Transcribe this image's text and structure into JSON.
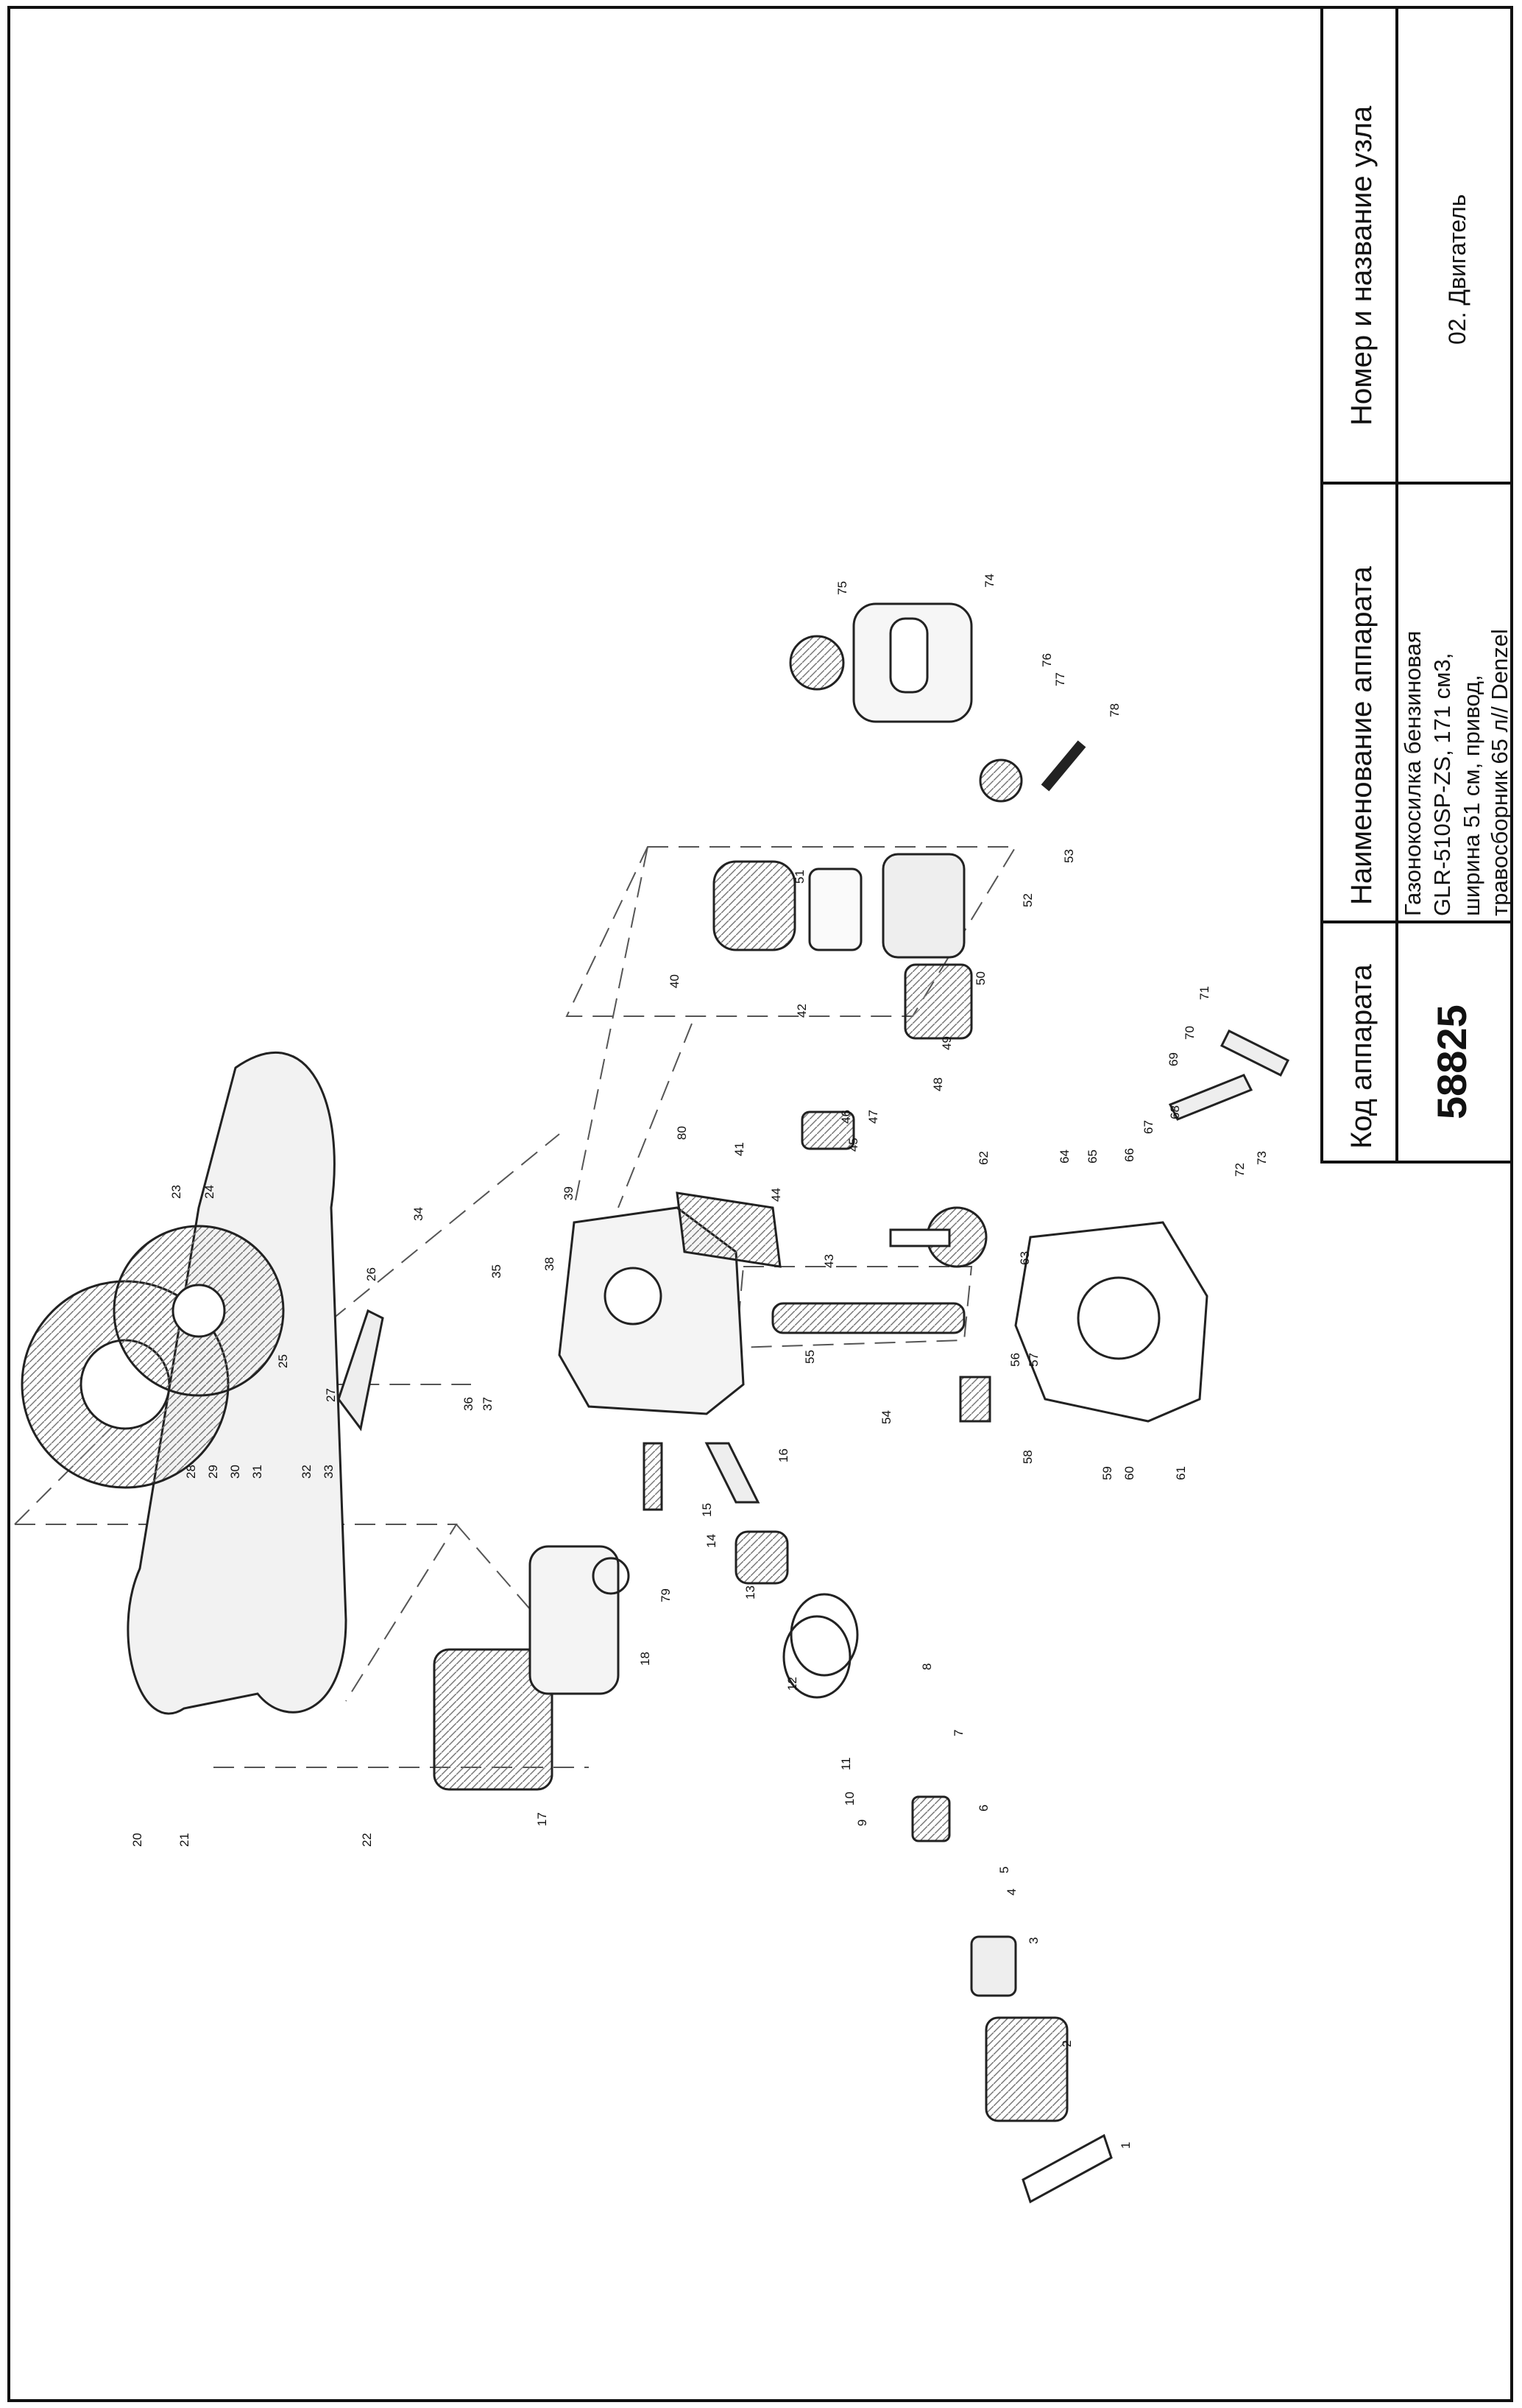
{
  "title_block": {
    "code_header": "Код аппарата",
    "code_value": "58825",
    "device_header": "Наименование аппарата",
    "device_lines": [
      "Газонокосилка бензиновая",
      "GLR-510SP-ZS, 171 см3,",
      "ширина 51 см, привод,",
      "травосборник 65 л// Denzel"
    ],
    "unit_header": "Номер и название узла",
    "unit_value": "02. Двигатель"
  },
  "callouts": [
    "1",
    "2",
    "3",
    "4",
    "5",
    "6",
    "7",
    "8",
    "9",
    "10",
    "11",
    "12",
    "13",
    "14",
    "15",
    "16",
    "17",
    "18",
    "20",
    "21",
    "22",
    "23",
    "24",
    "25",
    "26",
    "27",
    "28",
    "29",
    "30",
    "31",
    "32",
    "33",
    "34",
    "35",
    "36",
    "37",
    "38",
    "39",
    "40",
    "41",
    "42",
    "43",
    "44",
    "45",
    "46",
    "47",
    "48",
    "49",
    "50",
    "51",
    "52",
    "53",
    "54",
    "55",
    "56",
    "57",
    "58",
    "59",
    "60",
    "61",
    "62",
    "63",
    "64",
    "65",
    "66",
    "67",
    "68",
    "69",
    "70",
    "71",
    "72",
    "73",
    "74",
    "75",
    "76",
    "77",
    "78",
    "79",
    "80"
  ]
}
